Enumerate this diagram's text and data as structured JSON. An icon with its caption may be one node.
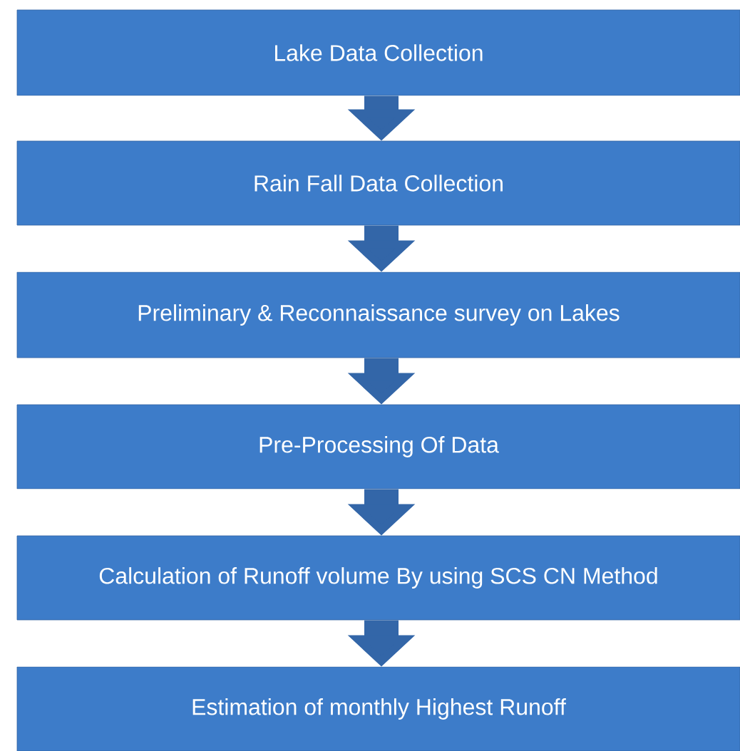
{
  "diagram": {
    "nodes": [
      {
        "text": [
          "Lake Data Collection"
        ]
      },
      {
        "text": [
          "Rain Fall Data Collection"
        ]
      },
      {
        "text": [
          "Preliminary & Reconnaissance survey on Lakes"
        ]
      },
      {
        "text": [
          "Pre-Processing Of Data"
        ]
      },
      {
        "text": [
          "Calculation of Runoff volume By using SCS CN Method"
        ]
      },
      {
        "text": [
          "Estimation of monthly Highest Runoff"
        ]
      }
    ],
    "edges": [
      {
        "from": 0,
        "to": 1,
        "arrow": "to"
      },
      {
        "from": 1,
        "to": 2,
        "arrow": "to"
      },
      {
        "from": 2,
        "to": 3,
        "arrow": "to"
      },
      {
        "from": 3,
        "to": 4,
        "arrow": "to"
      },
      {
        "from": 4,
        "to": 5,
        "arrow": "to"
      }
    ]
  }
}
